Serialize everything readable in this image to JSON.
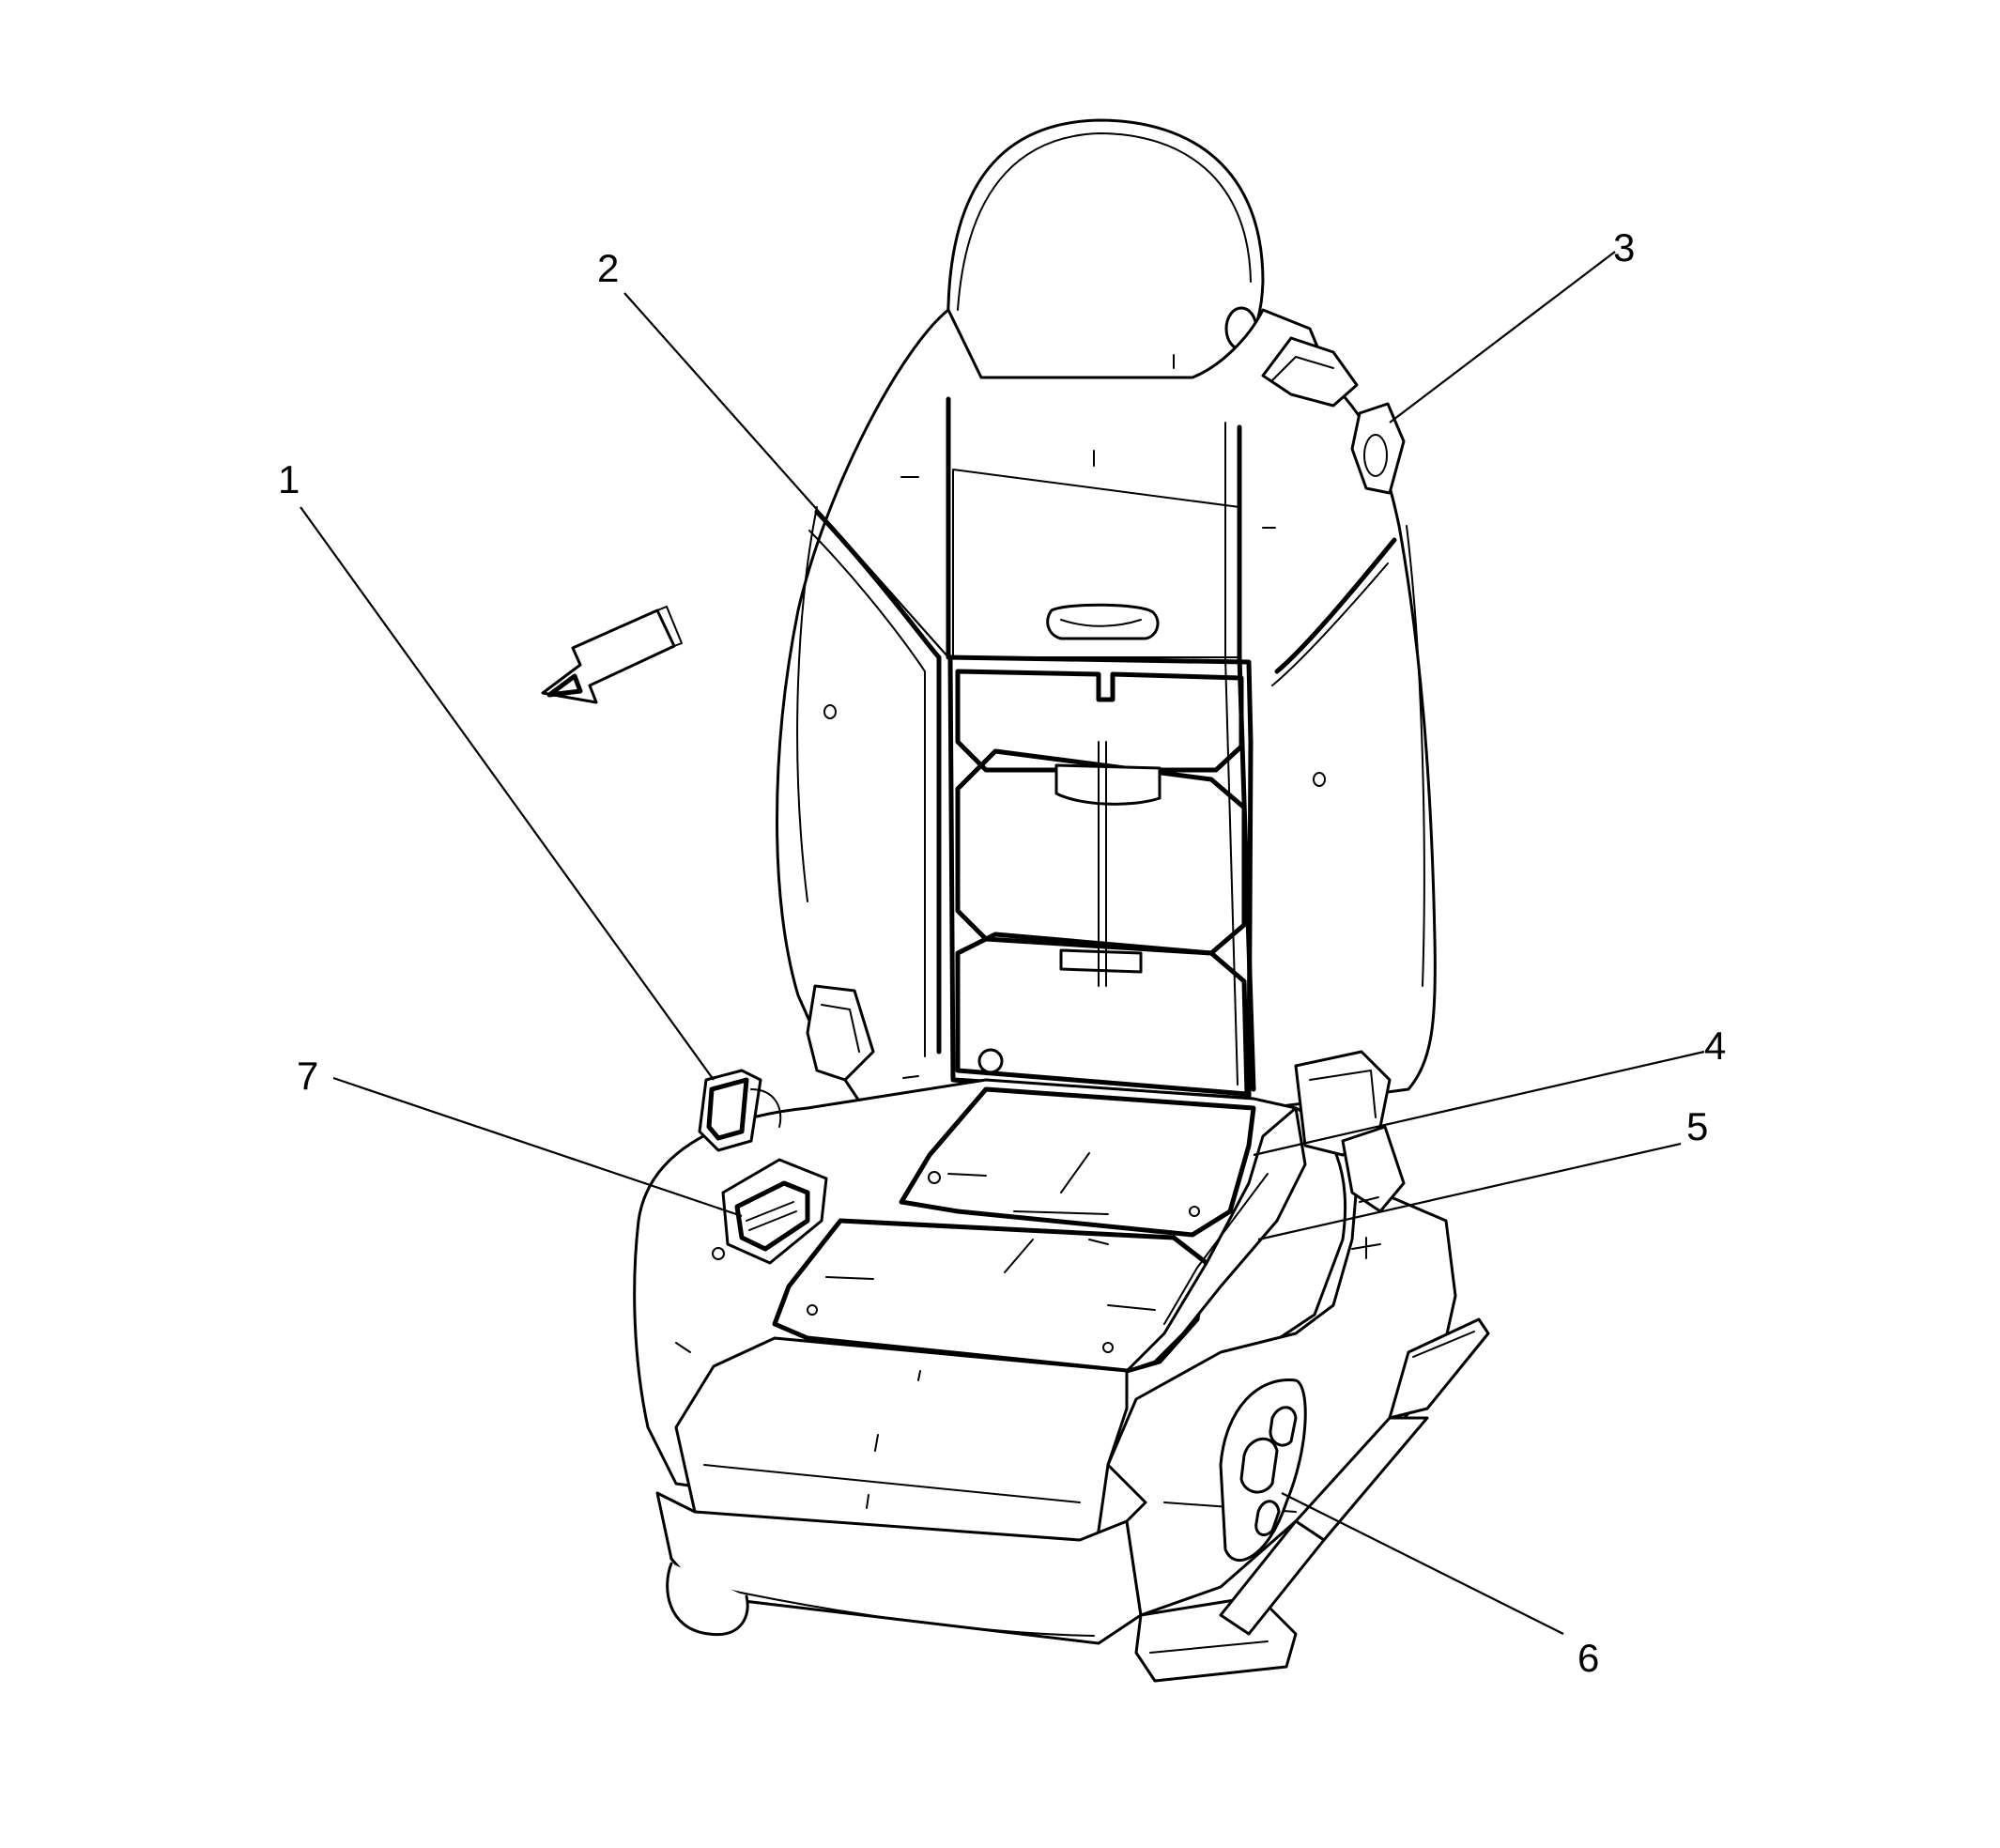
{
  "callouts": [
    {
      "id": "1",
      "label": "1"
    },
    {
      "id": "2",
      "label": "2"
    },
    {
      "id": "3",
      "label": "3"
    },
    {
      "id": "4",
      "label": "4"
    },
    {
      "id": "5",
      "label": "5"
    },
    {
      "id": "6",
      "label": "6"
    },
    {
      "id": "7",
      "label": "7"
    }
  ],
  "colors": {
    "line": "#000000",
    "background": "#ffffff"
  },
  "icons": [
    "front-direction-arrow-icon"
  ]
}
